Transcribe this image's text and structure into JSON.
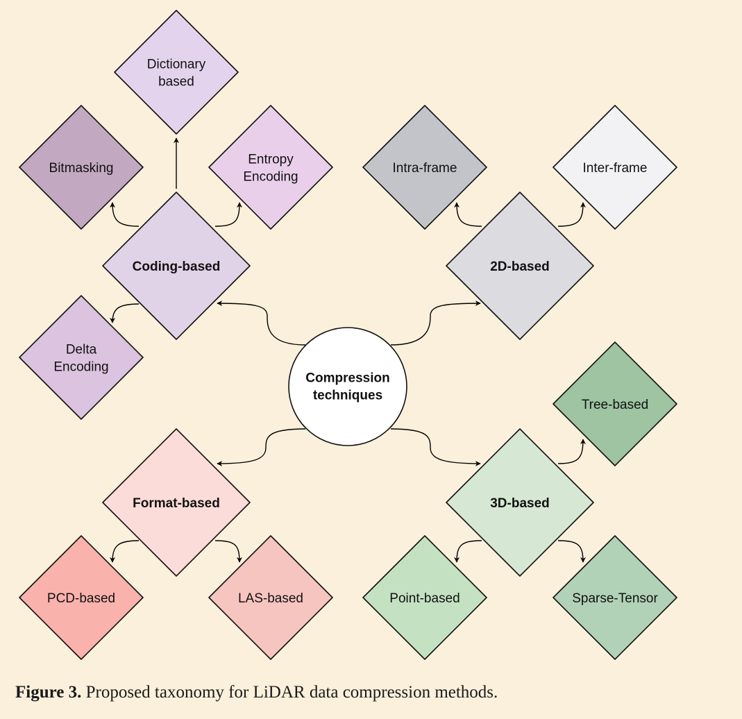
{
  "center": {
    "lines": [
      "Compression",
      "techniques"
    ],
    "fill": "#ffffff"
  },
  "categories": [
    {
      "key": "coding",
      "label": "Coding-based",
      "fill": "#e0d3e8",
      "children": [
        {
          "key": "dictionary",
          "lines": [
            "Dictionary",
            "based"
          ],
          "fill": "#e4d3ec"
        },
        {
          "key": "bitmasking",
          "lines": [
            "Bitmasking"
          ],
          "fill": "#c3a8c1"
        },
        {
          "key": "entropy",
          "lines": [
            "Entropy",
            "Encoding"
          ],
          "fill": "#eacfeb"
        },
        {
          "key": "delta",
          "lines": [
            "Delta",
            "Encoding"
          ],
          "fill": "#dcc3df"
        }
      ]
    },
    {
      "key": "2d",
      "label": "2D-based",
      "fill": "#dcdce0",
      "children": [
        {
          "key": "intra",
          "lines": [
            "Intra-frame"
          ],
          "fill": "#c3c3ca"
        },
        {
          "key": "inter",
          "lines": [
            "Inter-frame"
          ],
          "fill": "#f2f2f4"
        }
      ]
    },
    {
      "key": "format",
      "label": "Format-based",
      "fill": "#fbdcd9",
      "children": [
        {
          "key": "pcd",
          "lines": [
            "PCD-based"
          ],
          "fill": "#fab2ad"
        },
        {
          "key": "las",
          "lines": [
            "LAS-based"
          ],
          "fill": "#f7c5c0"
        }
      ]
    },
    {
      "key": "3d",
      "label": "3D-based",
      "fill": "#d6e8d3",
      "children": [
        {
          "key": "tree",
          "lines": [
            "Tree-based"
          ],
          "fill": "#9ec4a2"
        },
        {
          "key": "point",
          "lines": [
            "Point-based"
          ],
          "fill": "#c4e2c2"
        },
        {
          "key": "sparse",
          "lines": [
            "Sparse-Tensor"
          ],
          "fill": "#b1d2b6"
        }
      ]
    }
  ],
  "caption": {
    "prefix": "Figure 3.",
    "text": " Proposed taxonomy for LiDAR data compression methods."
  }
}
